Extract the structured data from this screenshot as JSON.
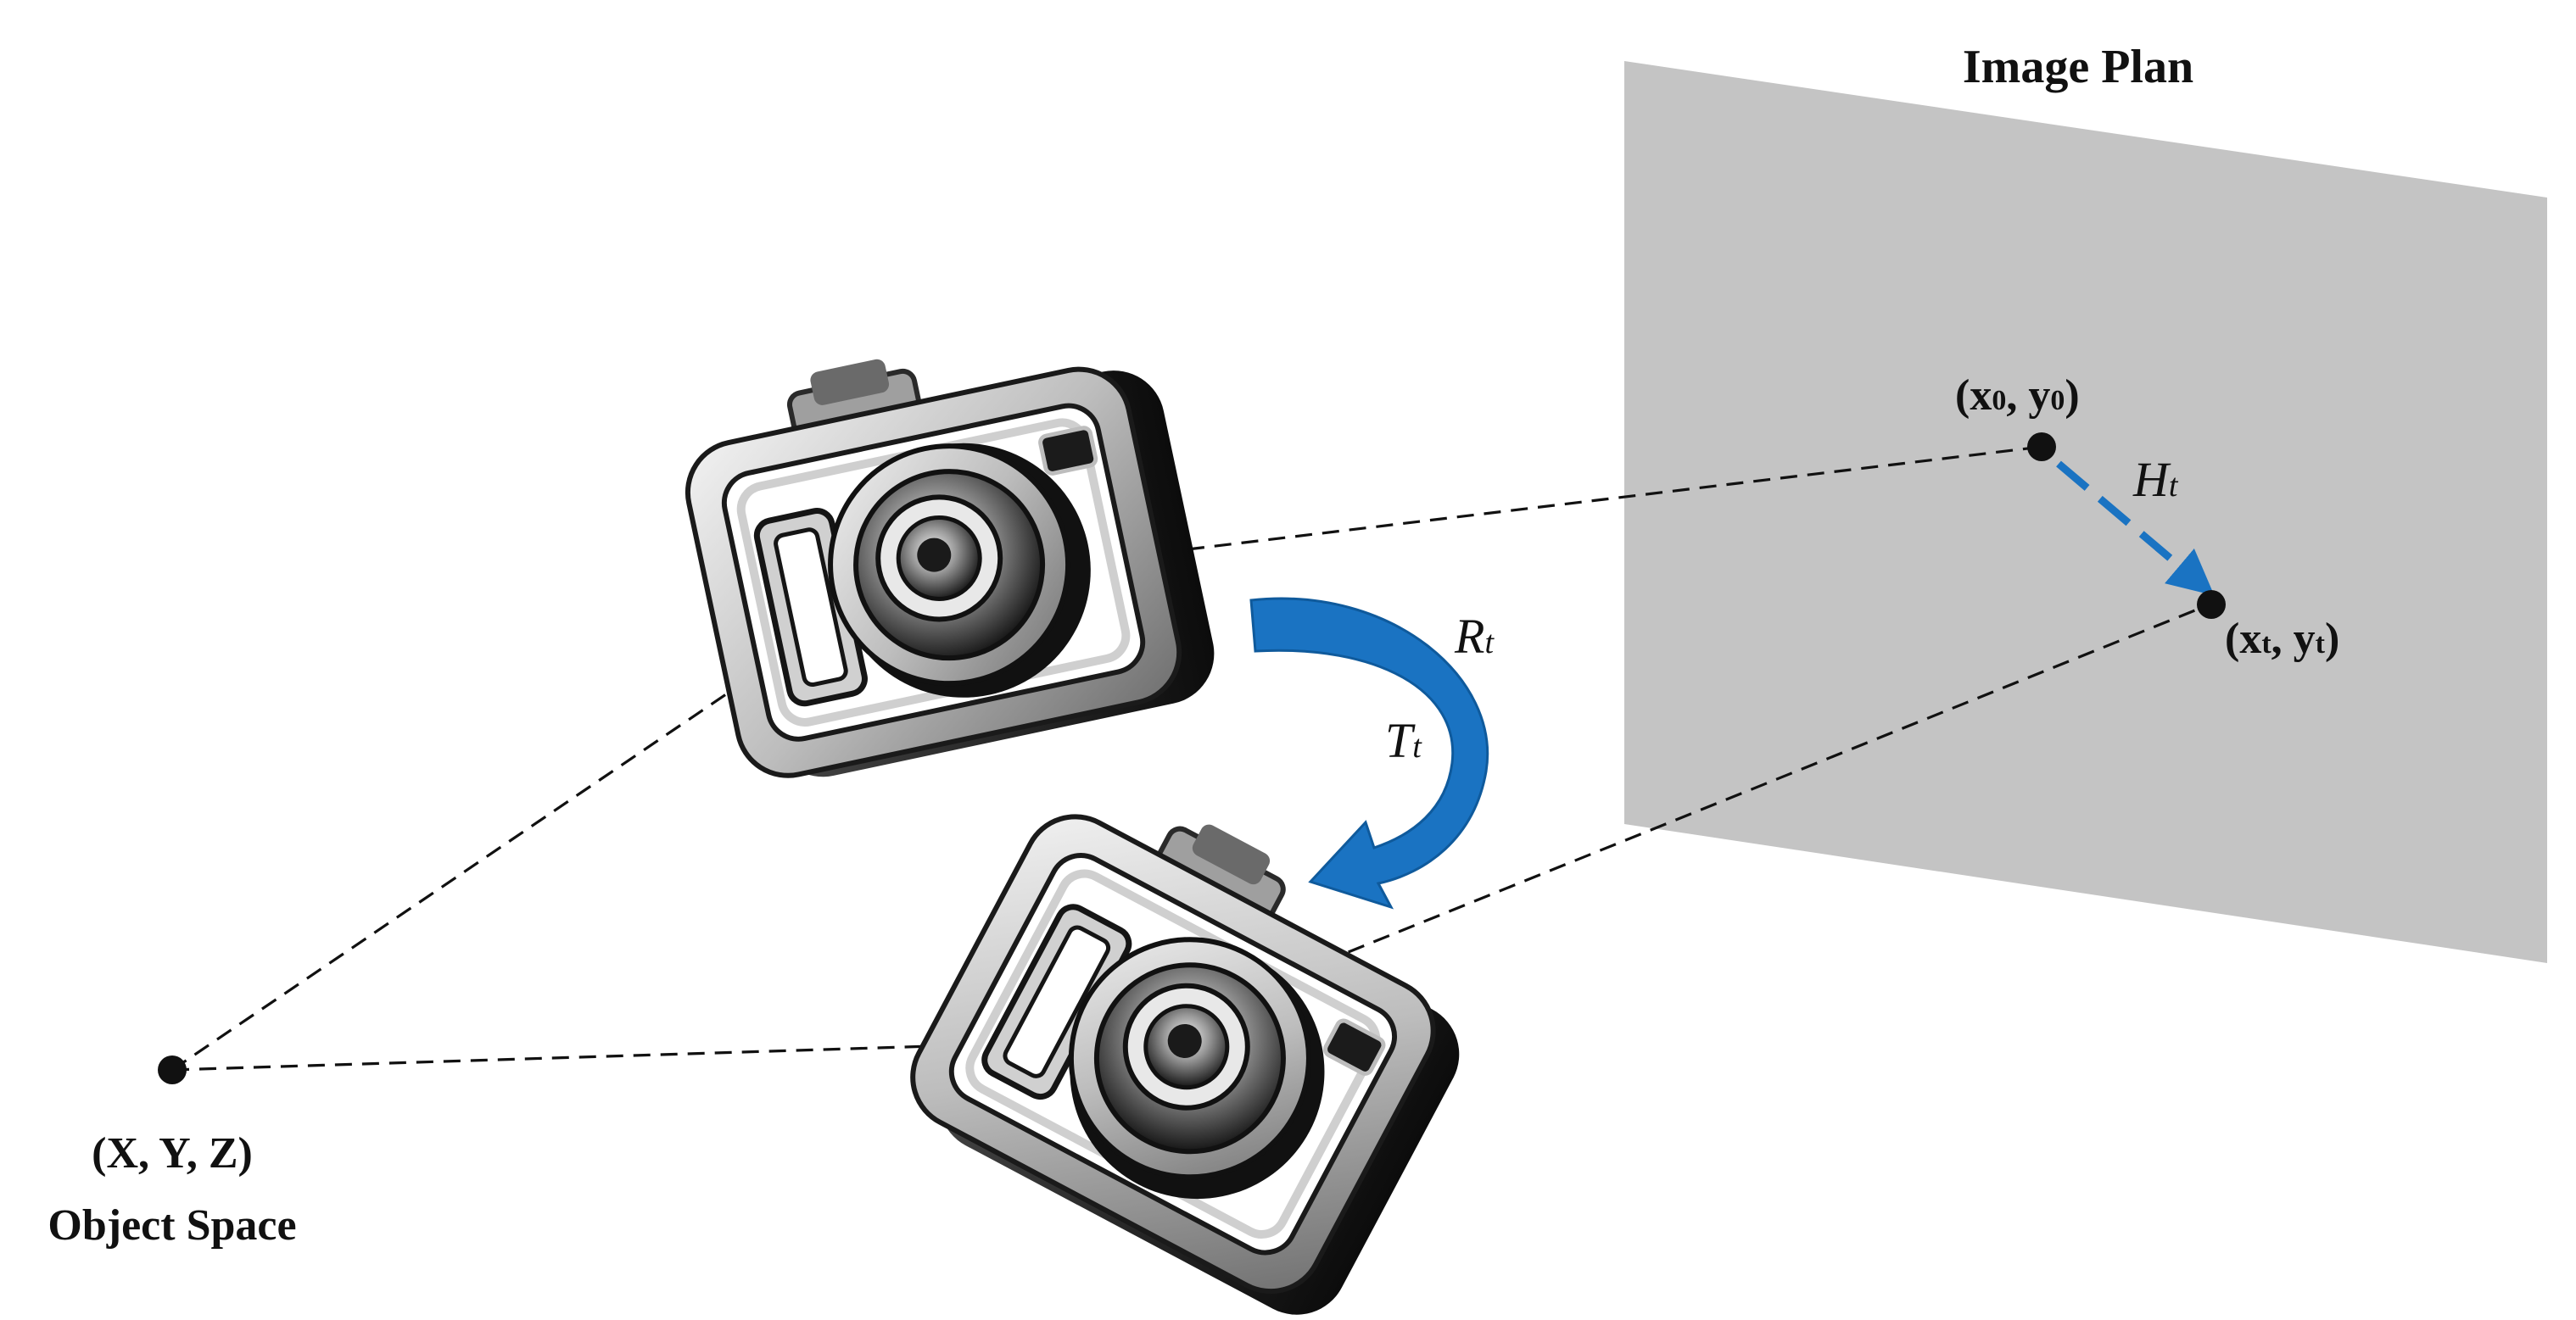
{
  "labels": {
    "image_plan": "Image Plan",
    "object_point": "(X, Y, Z)",
    "object_space": "Object Space",
    "point_start": {
      "open": "(x",
      "sub1": "0",
      "mid": ", y",
      "sub2": "0",
      "close": ")"
    },
    "point_end": {
      "open": "(x",
      "sub1": "t",
      "mid": ", y",
      "sub2": "t",
      "close": ")"
    },
    "homography": {
      "main": "H",
      "sub": "t"
    },
    "rotation": {
      "main": "R",
      "sub": "t"
    },
    "translation": {
      "main": "T",
      "sub": "t"
    }
  },
  "colors": {
    "plane": "#c4c4c4",
    "arrow": "#1a73c2",
    "ink": "#111111",
    "camera_body": "#1b1b1b",
    "camera_rim": "#d9d9d9"
  },
  "icons": {
    "camera_top": "camera-icon",
    "camera_bottom": "camera-icon"
  }
}
